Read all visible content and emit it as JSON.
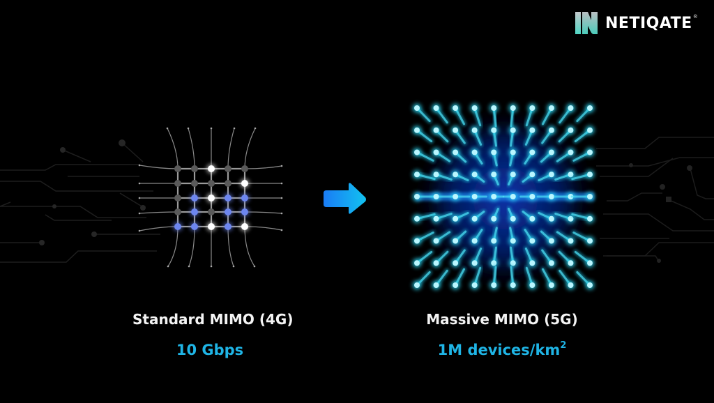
{
  "brand": {
    "name": "NETIQATE",
    "registered_mark": "®",
    "logo_icon": "n-logo-icon",
    "colors": {
      "logo_top": "#c8ccd0",
      "logo_bottom": "#4fd6c4"
    }
  },
  "diagram": {
    "left": {
      "title": "Standard MIMO (4G)",
      "value": "10 Gbps",
      "grid": {
        "cols": 5,
        "rows": 5
      },
      "node_colors": {
        "white": "#ffffff",
        "gray": "#5a5a5a",
        "blue": "#6d86f0"
      },
      "node_pattern": [
        [
          "gray",
          "gray",
          "white",
          "gray",
          "gray"
        ],
        [
          "gray",
          "gray",
          "gray",
          "gray",
          "white"
        ],
        [
          "gray",
          "blue",
          "white",
          "blue",
          "blue"
        ],
        [
          "gray",
          "blue",
          "gray",
          "blue",
          "blue"
        ],
        [
          "blue",
          "blue",
          "white",
          "blue",
          "white"
        ]
      ]
    },
    "arrow": {
      "icon": "right-arrow-icon",
      "color_start": "#1a7cf5",
      "color_end": "#12c2f0"
    },
    "right": {
      "title": "Massive MIMO (5G)",
      "value_main": "1M devices/km",
      "value_sup": "2",
      "grid": {
        "cols": 10,
        "rows": 9
      },
      "glow_color": "#2fe3ff",
      "stem_color": "#1fb8d8",
      "base_color": "#0a3cc8"
    },
    "accent_value_color": "#1fb5e6"
  }
}
